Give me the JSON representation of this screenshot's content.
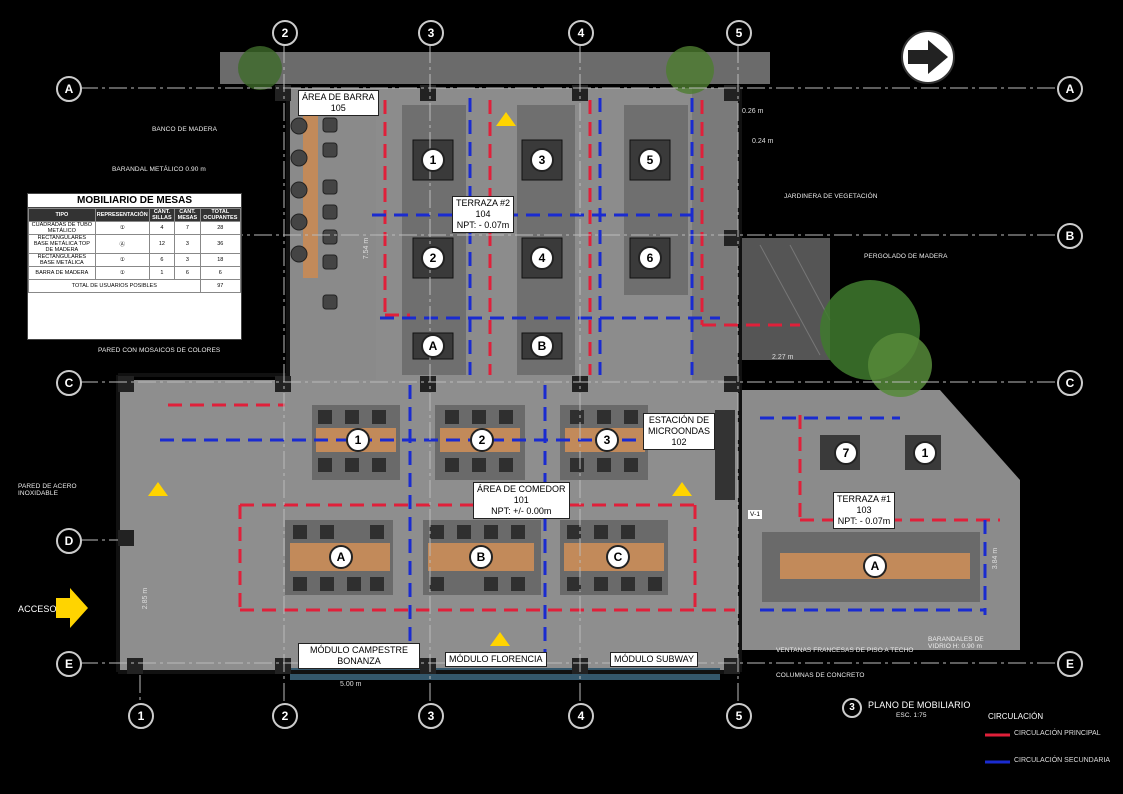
{
  "axes_letters": [
    "A",
    "B",
    "C",
    "D",
    "E"
  ],
  "axes_numbers": [
    "1",
    "2",
    "3",
    "4",
    "5"
  ],
  "areas": {
    "barra": {
      "name": "ÁREA DE BARRA",
      "code": "105"
    },
    "terraza2": {
      "name": "TERRAZA #2",
      "code": "104",
      "npt": "NPT: - 0.07m"
    },
    "comedor": {
      "name": "ÁREA DE COMEDOR",
      "code": "101",
      "npt": "NPT: +/- 0.00m"
    },
    "microondas": {
      "name": "ESTACIÓN DE MICROONDAS",
      "code": "102"
    },
    "terraza1": {
      "name": "TERRAZA #1",
      "code": "103",
      "npt": "NPT: - 0.07m"
    },
    "modulo_campestre": "MÓDULO CAMPESTRE BONANZA",
    "modulo_florencia": "MÓDULO FLORENCIA",
    "modulo_subway": "MÓDULO SUBWAY"
  },
  "acceso": "ACCESO",
  "legend": {
    "title": "MOBILIARIO DE MESAS",
    "headers": [
      "TIPO",
      "REPRESENTACIÓN",
      "CANT. SILLAS",
      "CANT. MESAS",
      "TOTAL OCUPANTES"
    ],
    "rows": [
      [
        "CUADRADAS DE TUBO METÁLICO",
        "①",
        "4",
        "7",
        "28"
      ],
      [
        "RECTANGULARES BASE METÁLICA TOP DE MADERA",
        "Ⓐ",
        "12",
        "3",
        "36"
      ],
      [
        "RECTANGULARES BASE METÁLICA",
        "①",
        "6",
        "3",
        "18"
      ],
      [
        "BARRA DE MADERA",
        "①",
        "1",
        "6",
        "6"
      ]
    ],
    "total_label": "TOTAL DE USUARIOS POSIBLES",
    "total_value": "97"
  },
  "circulation": {
    "title": "CIRCULACIÓN",
    "red": "CIRCULACIÓN PRINCIPAL",
    "blue": "CIRCULACIÓN SECUNDARIA",
    "red_color": "#e0203a",
    "blue_color": "#1a2bd0"
  },
  "plan_title": "PLANO DE MOBILIARIO",
  "plan_scale": "ESC. 1:75",
  "plan_num": "3",
  "notes": {
    "n1": "BANCO DE MADERA",
    "n2": "BARANDAL METÁLICO 0.90 m",
    "n3": "PARED CON MOSAICOS DE COLORES",
    "n4": "JARDINERA DE VEGETACIÓN",
    "n5": "PERGOLADO DE MADERA",
    "n6": "VENTANAS FRANCESAS DE PISO A TECHO",
    "n7": "BARANDALES DE VIDRIO H: 0.90 m",
    "n8": "COLUMNAS DE CONCRETO",
    "n9": "PARED DE ACERO INOXIDABLE",
    "v1": "V-1"
  },
  "dims": {
    "d1": "7.54 m",
    "d2": "2.27 m",
    "d3": "3.84 m",
    "d4": "2.85 m",
    "d5": "0.26 m",
    "d6": "0.24 m",
    "d7": "5.00 m"
  },
  "terrace2_tables": [
    "1",
    "3",
    "5",
    "2",
    "4",
    "6"
  ],
  "terrace2_rect": [
    "A",
    "B"
  ],
  "dining_sq": [
    "1",
    "2",
    "3"
  ],
  "dining_rect": [
    "A",
    "B",
    "C"
  ],
  "terrace1_sq": [
    "7",
    "1"
  ],
  "terrace1_rect": "A",
  "colors": {
    "floor": "#8e8e8e",
    "floor_dark": "#6e6e6e",
    "wood": "#c28a5a",
    "chair": "#3a3a3a",
    "line": "#111",
    "accent": "#ffd400"
  }
}
